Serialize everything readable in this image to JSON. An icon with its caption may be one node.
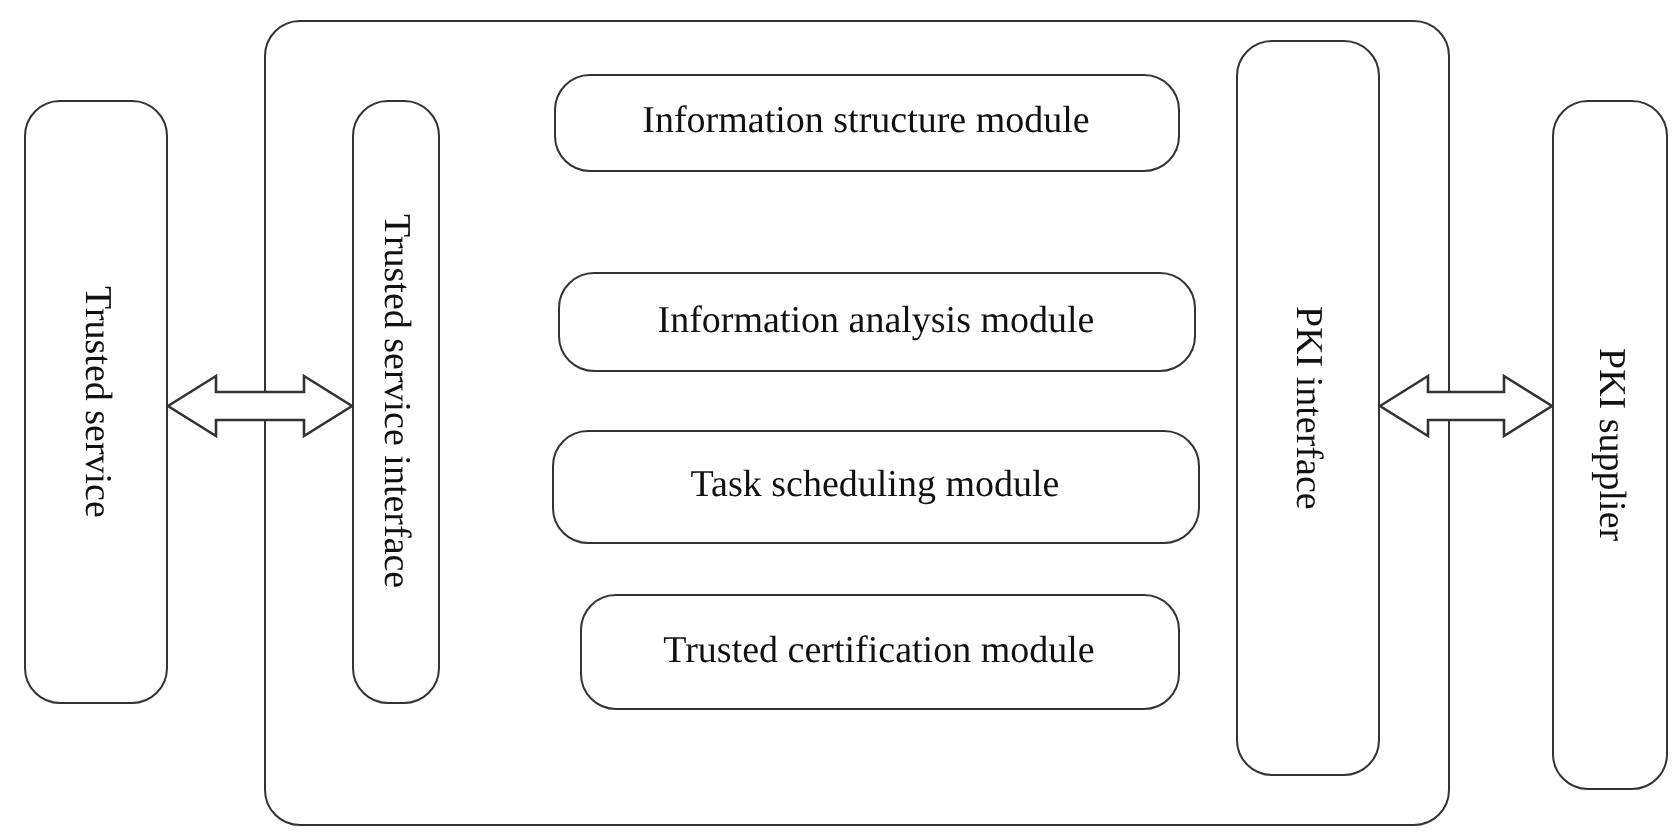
{
  "diagram": {
    "nodes": [
      {
        "text": [
          "Trusted service"
        ]
      },
      {
        "text": [],
        "shape": "box"
      },
      {
        "text": [
          "Trusted service interface"
        ],
        "in": 1
      },
      {
        "text": [
          "Information structure module"
        ],
        "in": 1
      },
      {
        "text": [
          "Information analysis module"
        ],
        "in": 1
      },
      {
        "text": [
          "Task scheduling module"
        ],
        "in": 1
      },
      {
        "text": [
          "Trusted certification module"
        ],
        "in": 1
      },
      {
        "text": [
          "PKI interface"
        ],
        "in": 1
      },
      {
        "text": [
          "PKI supplier"
        ]
      }
    ],
    "edges": [
      {
        "from": 0,
        "to": 2,
        "arrow": "both"
      },
      {
        "from": 7,
        "to": 8,
        "arrow": "both"
      }
    ]
  }
}
